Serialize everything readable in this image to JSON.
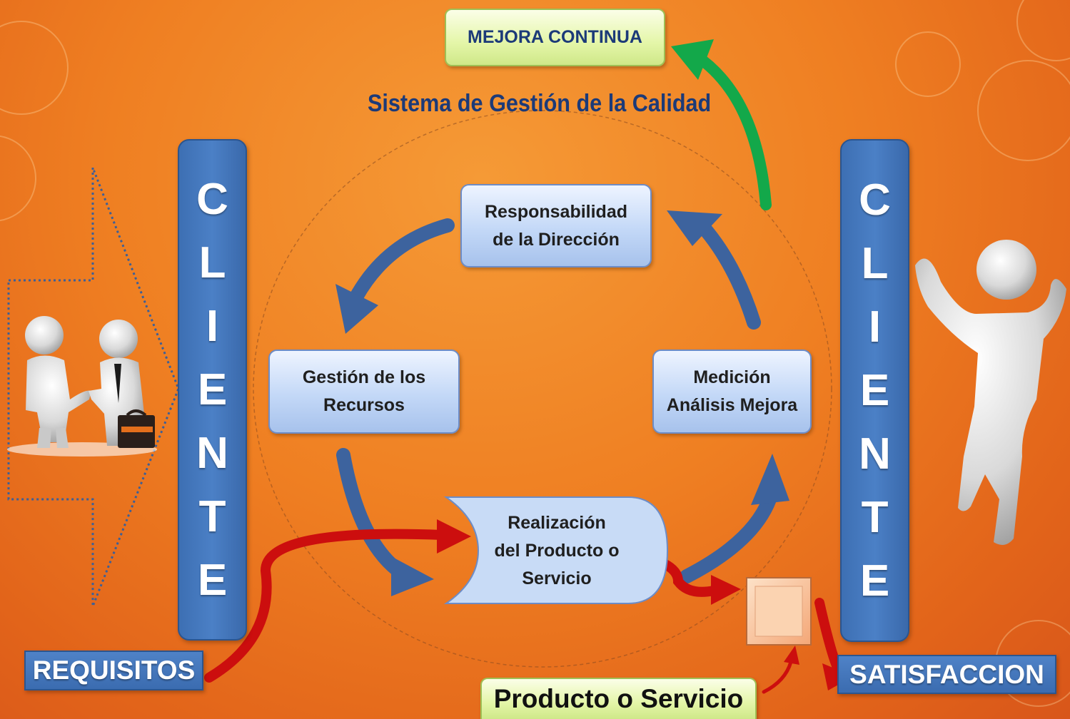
{
  "top_box": {
    "label": "MEJORA CONTINUA"
  },
  "title": "Sistema de Gestión de la Calidad",
  "process_boxes": {
    "responsabilidad": {
      "line1": "Responsabilidad",
      "line2": "de la Dirección"
    },
    "recursos": {
      "line1": "Gestión de los",
      "line2": "Recursos"
    },
    "medicion": {
      "line1": "Medición",
      "line2": "Análisis Mejora"
    },
    "realizacion": {
      "line1": "Realización",
      "line2": "del Producto o",
      "line3": "Servicio"
    }
  },
  "cliente_left": {
    "letters": [
      "C",
      "L",
      "I",
      "E",
      "N",
      "T",
      "E"
    ]
  },
  "cliente_right": {
    "letters": [
      "C",
      "L",
      "I",
      "E",
      "N",
      "T",
      "E"
    ]
  },
  "requisitos_label": "REQUISITOS",
  "satisfaccion_label": "SATISFACCION",
  "producto_label": "Producto o Servicio",
  "colors": {
    "cycle_arrow": "#3d639e",
    "flow_arrow": "#cc0e0e",
    "improvement_arrow": "#13a84a",
    "title_text": "#1c3a78"
  }
}
